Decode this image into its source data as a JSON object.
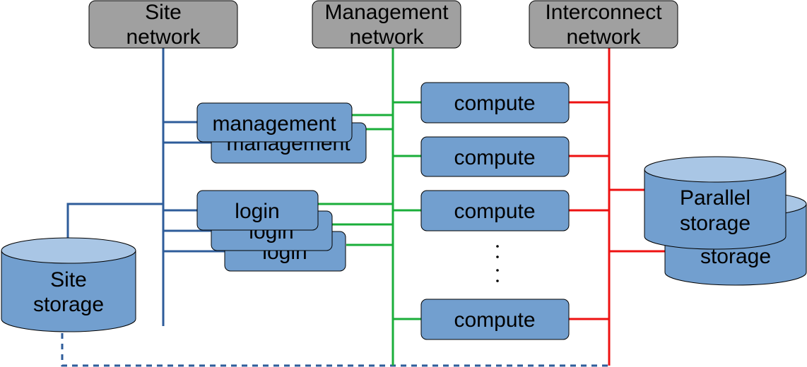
{
  "networks": {
    "site": [
      "Site",
      "network"
    ],
    "management": [
      "Management",
      "network"
    ],
    "interconnect": [
      "Interconnect",
      "network"
    ]
  },
  "nodes": {
    "management": "management",
    "login": "login",
    "compute": "compute"
  },
  "storage": {
    "site": [
      "Site",
      "storage"
    ],
    "parallel": [
      "Parallel",
      "storage"
    ]
  },
  "colors": {
    "site_network": "#2e5c9a",
    "management_network": "#1aae3a",
    "interconnect_network": "#ee1111",
    "node_fill": "#729fcf",
    "network_box_fill": "#a0a0a0"
  }
}
